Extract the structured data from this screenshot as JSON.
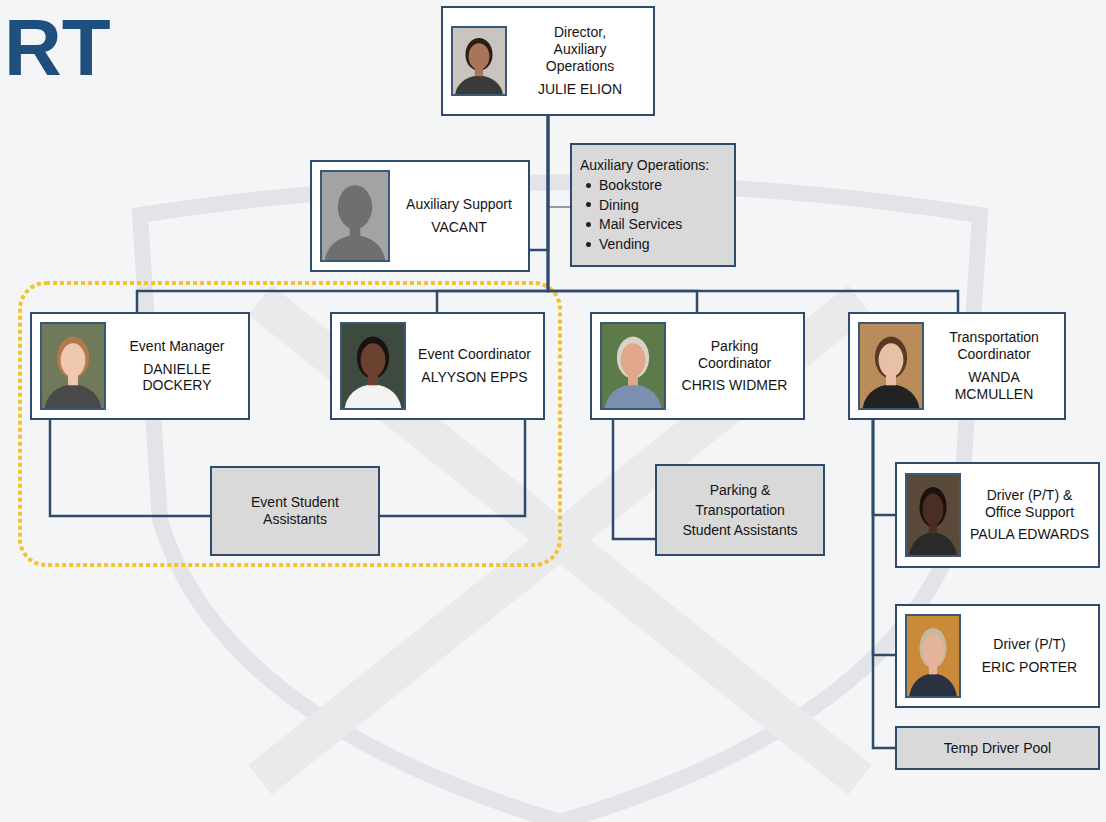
{
  "diagram": {
    "nodes": [
      {
        "text": [
          "Director, Auxiliary Operations",
          "JULIE ELION"
        ]
      },
      {
        "text": [
          "Auxiliary Support",
          "VACANT"
        ]
      },
      {
        "text": [
          "Auxiliary Operations:",
          "Bookstore",
          "Dining",
          "Mail Services",
          "Vending"
        ]
      },
      {
        "text": [
          "Event Manager",
          "DANIELLE DOCKERY"
        ]
      },
      {
        "text": [
          "Event Coordinator",
          "ALYYSON EPPS"
        ]
      },
      {
        "text": [
          "Parking Coordinator",
          "CHRIS WIDMER"
        ]
      },
      {
        "text": [
          "Transportation Coordinator",
          "WANDA MCMULLEN"
        ]
      },
      {
        "text": [
          "Event Student Assistants"
        ]
      },
      {
        "text": [
          "Parking & Transportation Student Assistants"
        ]
      },
      {
        "text": [
          "Driver (P/T) & Office Support",
          "PAULA EDWARDS"
        ]
      },
      {
        "text": [
          "Driver (P/T)",
          "ERIC PORTER"
        ]
      },
      {
        "text": [
          "Temp Driver Pool"
        ]
      }
    ],
    "edges": [
      {
        "from": 0,
        "to": 1,
        "arrow": "none"
      },
      {
        "from": 0,
        "to": 2,
        "arrow": "none"
      },
      {
        "from": 0,
        "to": 3,
        "arrow": "none"
      },
      {
        "from": 0,
        "to": 4,
        "arrow": "none"
      },
      {
        "from": 0,
        "to": 5,
        "arrow": "none"
      },
      {
        "from": 0,
        "to": 6,
        "arrow": "none"
      },
      {
        "from": 3,
        "to": 7,
        "arrow": "none"
      },
      {
        "from": 4,
        "to": 7,
        "arrow": "none"
      },
      {
        "from": 5,
        "to": 8,
        "arrow": "none"
      },
      {
        "from": 6,
        "to": 9,
        "arrow": "none"
      },
      {
        "from": 6,
        "to": 10,
        "arrow": "none"
      },
      {
        "from": 6,
        "to": 11,
        "arrow": "none"
      }
    ],
    "labels": [
      "RT"
    ]
  }
}
